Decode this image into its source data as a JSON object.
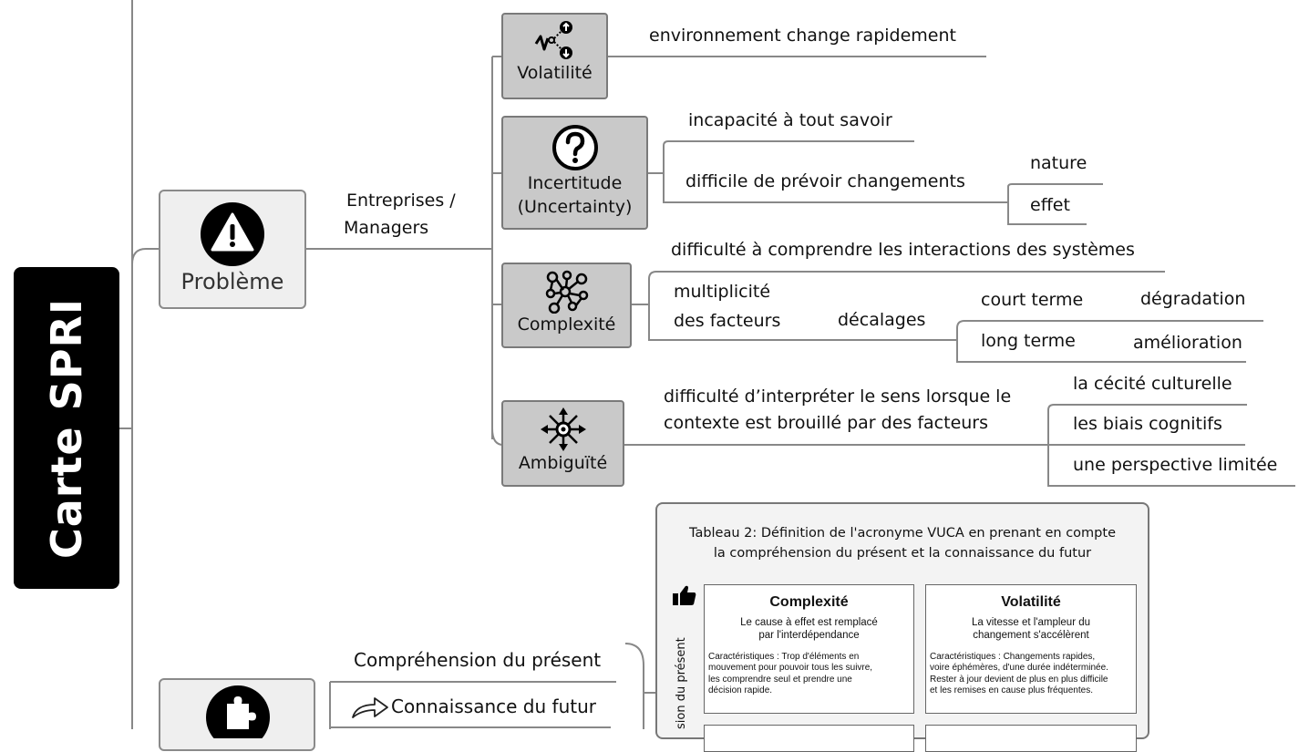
{
  "root": {
    "label": "Carte SPRI"
  },
  "probleme": {
    "label": "Problème",
    "actor_line1": "Entreprises /",
    "actor_line2": "Managers"
  },
  "volatilite": {
    "label": "Volatilité",
    "branch": "environnement change rapidement"
  },
  "incertitude": {
    "label_line1": "Incertitude",
    "label_line2": "(Uncertainty)",
    "branch1": "incapacité à tout savoir",
    "branch2": "difficile de prévoir changements",
    "sub1": "nature",
    "sub2": "effet"
  },
  "complexite": {
    "label": "Complexité",
    "branch1": "difficulté à comprendre les interactions des systèmes",
    "branch2_line1": "multiplicité",
    "branch2_line2": "des facteurs",
    "decalages": "décalages",
    "court_terme": "court terme",
    "degradation": "dégradation",
    "long_terme": "long terme",
    "amelioration": "amélioration"
  },
  "ambiguite": {
    "label": "Ambiguïté",
    "branch_line1": "difficulté d’interpréter le sens lorsque le",
    "branch_line2": "contexte est brouillé par des facteurs",
    "sub1": "la cécité culturelle",
    "sub2": "les biais cognitifs",
    "sub3": "une perspective limitée"
  },
  "lower": {
    "comprehension": "Compréhension du présent",
    "connaissance": "Connaissance du futur"
  },
  "tableau": {
    "title_line1": "Tableau 2: Définition de l'acronyme VUCA en prenant en compte",
    "title_line2": "la compréhension du présent et la connaissance du futur",
    "axis_label": "sion du présent",
    "cells": [
      {
        "heading": "Complexité",
        "sub_line1": "Le cause à effet est remplacé",
        "sub_line2": "par l'interdépendance",
        "c1": "Caractéristiques : Trop d'éléments en",
        "c2": "mouvement pour pouvoir tous les suivre,",
        "c3": "les comprendre seul et prendre une",
        "c4": "décision rapide."
      },
      {
        "heading": "Volatilité",
        "sub_line1": "La vitesse et l'ampleur du",
        "sub_line2": "changement s'accélèrent",
        "c1": "Caractéristiques : Changements rapides,",
        "c2": "voire éphémères, d'une durée indéterminée.",
        "c3": "Rester à jour devient de plus en plus difficile",
        "c4": "et les remises en cause plus fréquentes."
      }
    ]
  },
  "colors": {
    "node_fill": "#c9c9c9",
    "node_border": "#7a7a7a",
    "line": "#888888",
    "root_fill": "#000000"
  },
  "icons": {
    "volatilite": "volatility-icon",
    "incertitude": "question-icon",
    "complexite": "network-icon",
    "ambiguite": "compass-arrows-icon",
    "probleme": "warning-icon",
    "enode": "puzzle-icon",
    "connaissance": "share-arrow-icon",
    "tableau": "thumbs-up-icon"
  }
}
